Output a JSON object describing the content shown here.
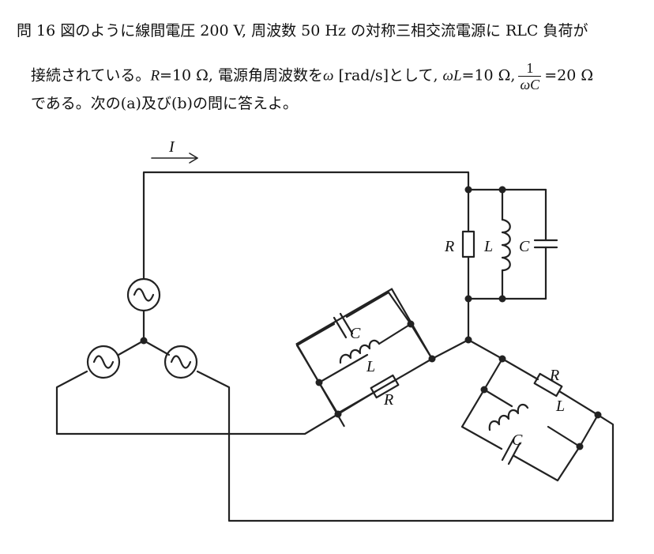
{
  "question": {
    "line1": "問 16 図のように線間電圧 200 V, 周波数 50 Hz の対称三相交流電源に RLC 負荷が",
    "line2_a": "接続されている。",
    "line2_b": "R",
    "line2_c": "=10 Ω, 電源角周波数を",
    "line2_d": "ω",
    "line2_e": " [rad/s]として, ",
    "line2_f": "ωL",
    "line2_g": "=10 Ω,",
    "frac_num": "1",
    "frac_den": "ωC",
    "line2_h": "=20 Ω",
    "line3": "である。次の(a)及び(b)の問に答えよ。"
  },
  "circuit": {
    "current_label": "I",
    "labels": {
      "r_top": "R",
      "l_top": "L",
      "c_top": "C",
      "c_left": "C",
      "l_left": "L",
      "r_left": "R",
      "r_right": "R",
      "l_right": "L",
      "c_right": "C"
    }
  }
}
